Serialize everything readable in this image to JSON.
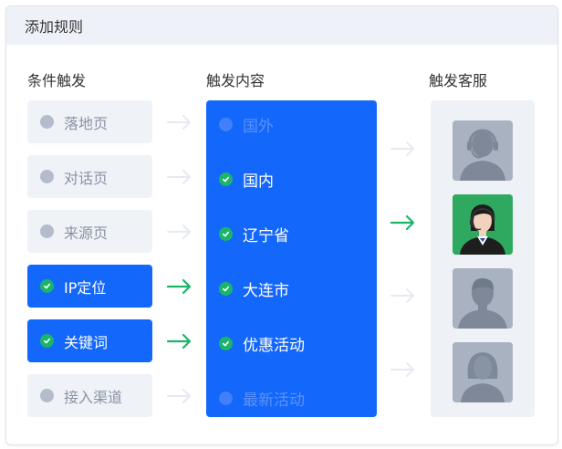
{
  "header": {
    "title": "添加规则"
  },
  "columns": {
    "conditions": "条件触发",
    "content": "触发内容",
    "agent": "触发客服"
  },
  "conditions": [
    {
      "label": "落地页",
      "active": false
    },
    {
      "label": "对话页",
      "active": false
    },
    {
      "label": "来源页",
      "active": false
    },
    {
      "label": "IP定位",
      "active": true
    },
    {
      "label": "关键词",
      "active": true
    },
    {
      "label": "接入渠道",
      "active": false
    }
  ],
  "content_items": [
    {
      "label": "国外",
      "active": false
    },
    {
      "label": "国内",
      "active": true
    },
    {
      "label": "辽宁省",
      "active": true
    },
    {
      "label": "大连市",
      "active": true
    },
    {
      "label": "优惠活动",
      "active": true
    },
    {
      "label": "最新活动",
      "active": false
    }
  ],
  "agents": [
    {
      "icon": "headset-agent-silhouette-icon",
      "active": false
    },
    {
      "icon": "agent-photo-avatar",
      "active": true
    },
    {
      "icon": "male-agent-silhouette-icon",
      "active": false
    },
    {
      "icon": "female-agent-silhouette-icon",
      "active": false
    }
  ],
  "colors": {
    "accent": "#1367fa",
    "success": "#1bb56a",
    "inactive_bg": "#eff2f7",
    "inactive_text": "#8a93a4",
    "arrow_inactive": "#e6eaf0"
  }
}
